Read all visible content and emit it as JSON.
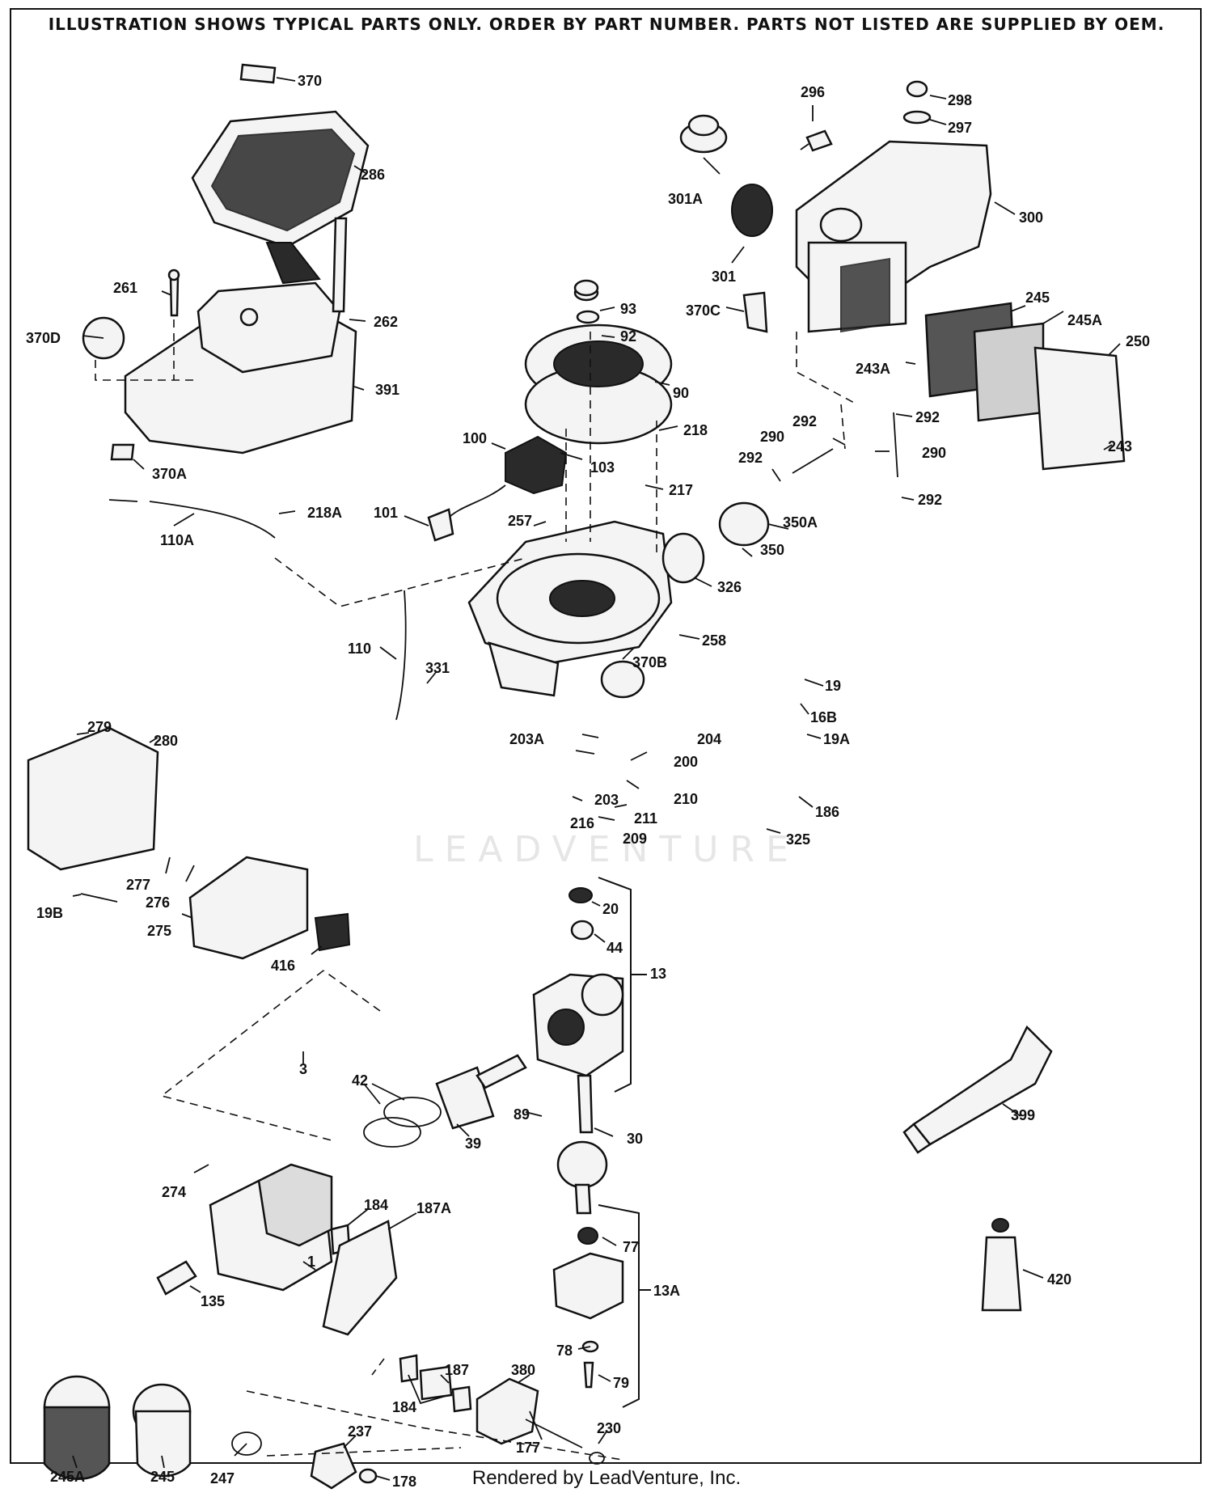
{
  "header": {
    "text": "ILLUSTRATION SHOWS TYPICAL PARTS ONLY. ORDER BY PART NUMBER. PARTS NOT LISTED ARE SUPPLIED BY OEM."
  },
  "watermark": "LEADVENTURE",
  "footer": "Rendered by LeadVenture, Inc.",
  "part_labels": [
    "370",
    "286",
    "261",
    "262",
    "370D",
    "391",
    "370A",
    "110A",
    "218A",
    "101",
    "100",
    "103",
    "93",
    "92",
    "90",
    "218",
    "217",
    "257",
    "258",
    "110",
    "331",
    "370B",
    "296",
    "298",
    "297",
    "301A",
    "300",
    "301",
    "370C",
    "245",
    "245A",
    "250",
    "243A",
    "292",
    "290",
    "292",
    "292",
    "290",
    "292",
    "243",
    "350A",
    "350",
    "326",
    "19",
    "16B",
    "19A",
    "186",
    "204",
    "203A",
    "200",
    "210",
    "203",
    "211",
    "216",
    "209",
    "325",
    "279",
    "280",
    "277",
    "276",
    "19B",
    "275",
    "416",
    "20",
    "44",
    "13",
    "3",
    "42",
    "39",
    "89",
    "30",
    "274",
    "184",
    "187A",
    "1",
    "135",
    "77",
    "13A",
    "78",
    "79",
    "187",
    "184",
    "380",
    "230",
    "177",
    "237",
    "178",
    "245A",
    "245",
    "247",
    "399",
    "420"
  ]
}
